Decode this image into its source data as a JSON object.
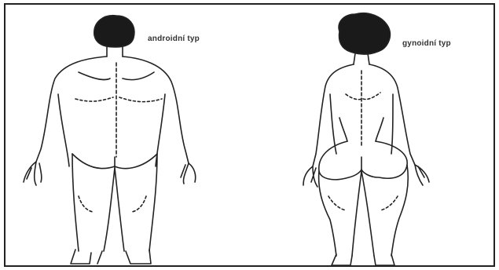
{
  "labels": {
    "android_type": "androidní typ",
    "gynoid_type": "gynoidní typ"
  },
  "figures": [
    {
      "id": "android-figure",
      "description_key": "android_type",
      "icon": "human-figure-back-view"
    },
    {
      "id": "gynoid-figure",
      "description_key": "gynoid_type",
      "icon": "human-figure-back-view"
    }
  ],
  "colors": {
    "stroke": "#222222",
    "hair": "#1a1a1a",
    "background": "#ffffff",
    "border": "#222222"
  }
}
